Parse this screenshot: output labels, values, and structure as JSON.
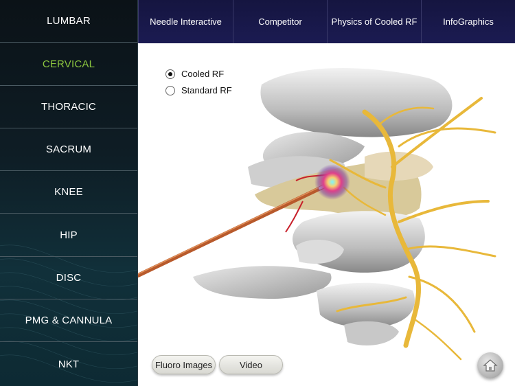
{
  "sidebar": {
    "items": [
      {
        "label": "LUMBAR",
        "active": false
      },
      {
        "label": "CERVICAL",
        "active": true
      },
      {
        "label": "THORACIC",
        "active": false
      },
      {
        "label": "SACRUM",
        "active": false
      },
      {
        "label": "KNEE",
        "active": false
      },
      {
        "label": "HIP",
        "active": false
      },
      {
        "label": "DISC",
        "active": false
      },
      {
        "label": "PMG & CANNULA",
        "active": false
      },
      {
        "label": "NKT",
        "active": false
      }
    ],
    "active_color": "#8cc63f"
  },
  "topnav": {
    "tabs": [
      {
        "label": "Needle Interactive"
      },
      {
        "label": "Competitor"
      },
      {
        "label": "Physics of Cooled RF"
      },
      {
        "label": "InfoGraphics"
      }
    ]
  },
  "main": {
    "options": [
      {
        "label": "Cooled RF",
        "selected": true
      },
      {
        "label": "Standard RF",
        "selected": false
      }
    ],
    "buttons": {
      "fluoro_label": "Fluoro Images",
      "video_label": "Video"
    },
    "home_icon": "home-icon",
    "illustration": "cervical-spine-needle-illustration"
  }
}
